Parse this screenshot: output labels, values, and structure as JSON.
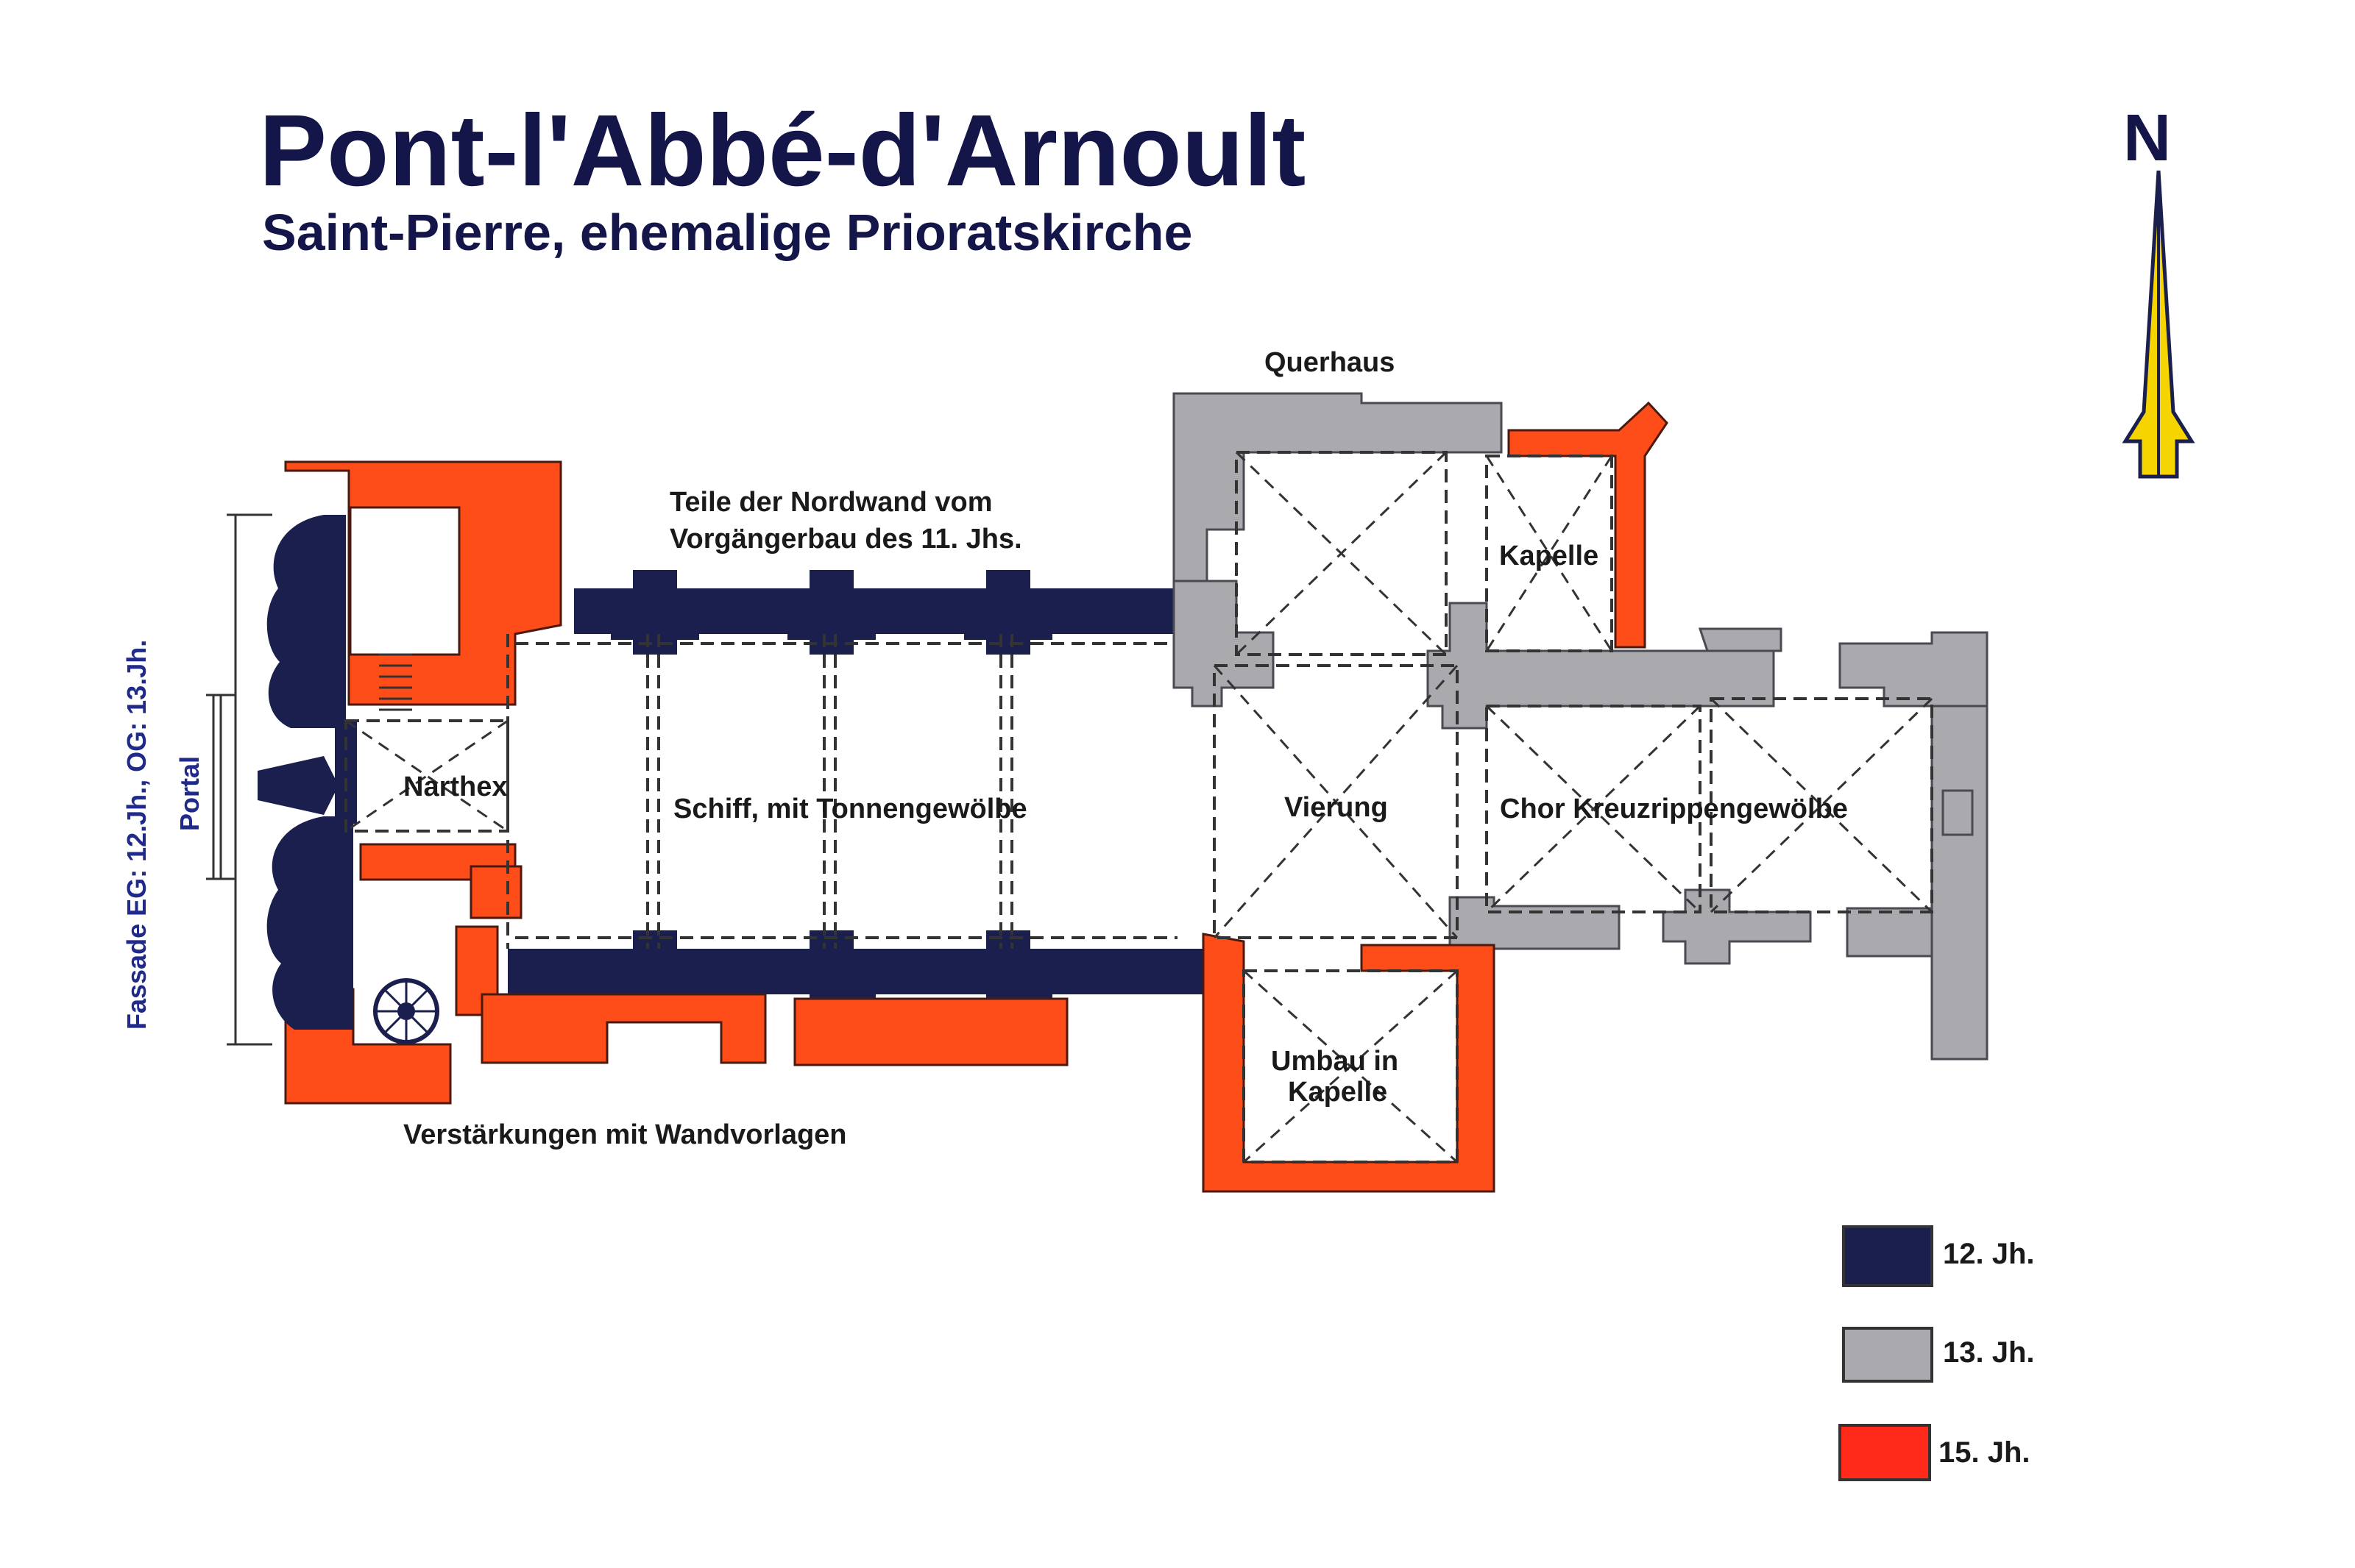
{
  "header": {
    "title": "Pont-l'Abbé-d'Arnoult",
    "subtitle": "Saint-Pierre,  ehemalige Prioratskirche"
  },
  "compass": {
    "label": "N",
    "color": "#f5d400"
  },
  "labels": {
    "querhaus": "Querhaus",
    "nordwand_line1": "Teile der Nordwand vom",
    "nordwand_line2": "Vorgängerbau des 11. Jhs.",
    "kapelle_north": "Kapelle",
    "narthex": "Narthex",
    "schiff": "Schiff, mit Tonnengewölbe",
    "vierung": "Vierung",
    "chor": "Chor Kreuzrippengewölbe",
    "umbau_line1": "Umbau in",
    "umbau_line2": "Kapelle",
    "verstaerkungen": "Verstärkungen mit Wandvorlagen",
    "fassade": "Fassade   EG: 12.Jh., OG: 13.Jh.",
    "portal": "Portal"
  },
  "legend": {
    "items": [
      {
        "label": "12. Jh.",
        "color": "#1b1f4e"
      },
      {
        "label": "13. Jh.",
        "color": "#a9a9ae"
      },
      {
        "label": "15. Jh.",
        "color": "#ff2a1a"
      }
    ]
  }
}
